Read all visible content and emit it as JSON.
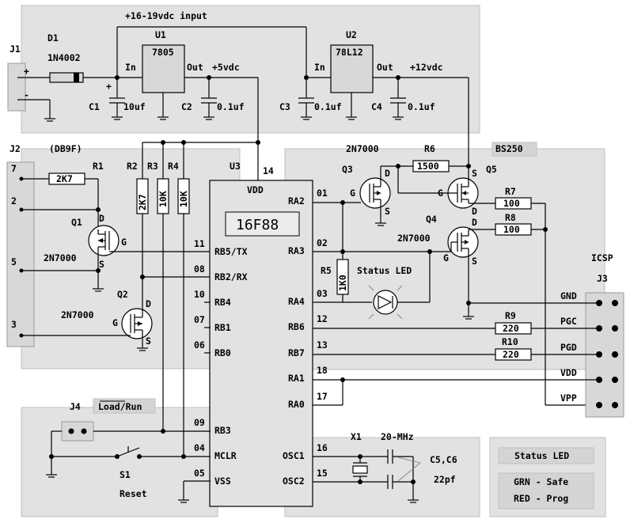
{
  "title": "+16-19vdc input",
  "power": {
    "j1": "J1",
    "d1": "D1",
    "d1_part": "1N4002",
    "plus": "+",
    "minus": "-",
    "u1": "U1",
    "u1_part": "7805",
    "u2": "U2",
    "u2_part": "78L12",
    "in": "In",
    "out": "Out",
    "v5": "+5vdc",
    "v12": "+12vdc",
    "c1": "C1",
    "c1_val": "10uf",
    "c2": "C2",
    "c2_val": "0.1uf",
    "c3": "C3",
    "c3_val": "0.1uf",
    "c4": "C4",
    "c4_val": "0.1uf"
  },
  "serial": {
    "j2": "J2",
    "j2_type": "(DB9F)",
    "pin7": "7",
    "pin2": "2",
    "pin5": "5",
    "pin3": "3",
    "r1": "R1",
    "r1_val": "2K7",
    "r2": "R2",
    "r2_val": "2K7",
    "r3": "R3",
    "r3_val": "10K",
    "r4": "R4",
    "r4_val": "10K",
    "q1": "Q1",
    "q1_part": "2N7000",
    "q2": "Q2",
    "q2_part": "2N7000"
  },
  "mcu": {
    "u3": "U3",
    "vdd_pin": "14",
    "vdd": "VDD",
    "part": "16F88",
    "left_pins": [
      {
        "num": "11",
        "name": "RB5/TX"
      },
      {
        "num": "08",
        "name": "RB2/RX"
      },
      {
        "num": "10",
        "name": "RB4"
      },
      {
        "num": "07",
        "name": "RB1"
      },
      {
        "num": "06",
        "name": "RB0"
      },
      {
        "num": "09",
        "name": "RB3"
      },
      {
        "num": "04",
        "name": "MCLR"
      },
      {
        "num": "05",
        "name": "VSS"
      }
    ],
    "right_pins": [
      {
        "num": "01",
        "name": "RA2"
      },
      {
        "num": "02",
        "name": "RA3"
      },
      {
        "num": "03",
        "name": "RA4"
      },
      {
        "num": "12",
        "name": "RB6"
      },
      {
        "num": "13",
        "name": "RB7"
      },
      {
        "num": "18",
        "name": "RA1"
      },
      {
        "num": "17",
        "name": "RA0"
      },
      {
        "num": "16",
        "name": "OSC1"
      },
      {
        "num": "15",
        "name": "OSC2"
      }
    ]
  },
  "switching": {
    "q3": "Q3",
    "q3_part": "2N7000",
    "q4": "Q4",
    "q4_part": "2N7000",
    "q5": "Q5",
    "q5_part": "BS250",
    "r5": "R5",
    "r5_val": "1K0",
    "r6": "R6",
    "r6_val": "1500",
    "r7": "R7",
    "r7_val": "100",
    "r8": "R8",
    "r8_val": "100",
    "r9": "R9",
    "r9_val": "220",
    "r10": "R10",
    "r10_val": "220",
    "status_led": "Status LED",
    "g": "G",
    "d": "D",
    "s": "S"
  },
  "icsp": {
    "title": "ICSP",
    "j3": "J3",
    "pins": [
      "GND",
      "PGC",
      "PGD",
      "VDD",
      "VPP"
    ]
  },
  "control": {
    "j4": "J4",
    "load_run": "Load/Run",
    "s1": "S1",
    "reset": "Reset"
  },
  "clock": {
    "x1": "X1",
    "freq": "20-MHz",
    "caps": "C5,C6",
    "cap_val": "22pf"
  },
  "legend": {
    "title": "Status LED",
    "line1": "GRN - Safe",
    "line2": "RED - Prog"
  }
}
